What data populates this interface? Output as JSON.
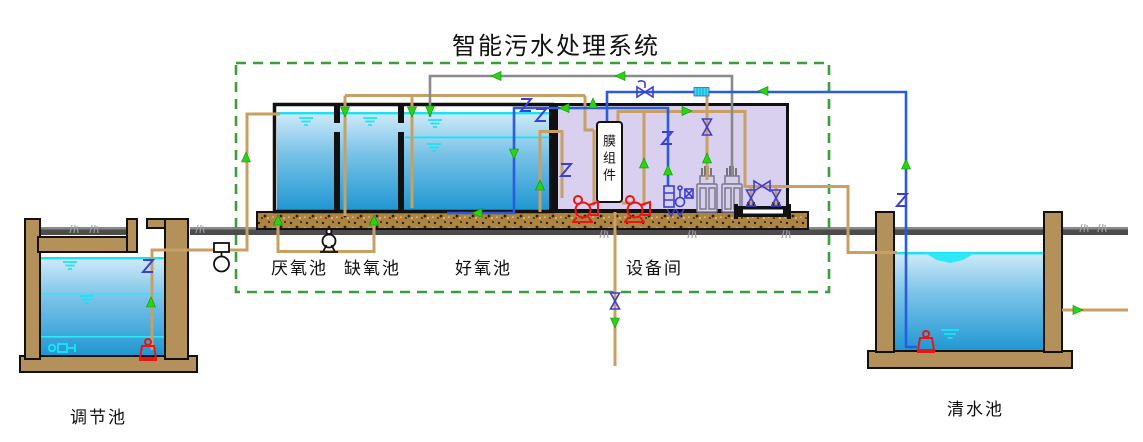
{
  "labels": {
    "title": "智能污水处理系统",
    "regulation_tank": "调节池",
    "anaerobic_tank": "厌氧池",
    "anoxic_tank": "缺氧池",
    "aerobic_tank": "好氧池",
    "equipment_room": "设备间",
    "membrane_module": "膜组件",
    "clean_water_tank": "清水池"
  },
  "colors": {
    "water_pipe": "#c9a063",
    "permeate_pipe": "#2b5be0",
    "air_pipe": "#8a8a8a",
    "flow_arrow": "#2ad40e",
    "boundary_dash": "#3a9e3a",
    "equipment_room_fill": "#d8d0ee",
    "tank_wall": "#b4905a",
    "pump_red": "#e81515",
    "instrument_blue": "#3d3dd2",
    "water_surface_cyan": "#17e3f4",
    "water_top": "#cfeaf8",
    "water_bottom": "#1e96d2",
    "ground": "#4c4c4c"
  },
  "icons": [
    "submersible-pump-icon",
    "centrifugal-pump-icon",
    "transfer-pump-icon",
    "dosing-unit-icon",
    "blower-icon",
    "uv-sterilizer-icon",
    "flow-meter-icon",
    "electromagnetic-flowmeter-icon",
    "shutoff-valve-icon",
    "butterfly-valve-icon",
    "level-sensor-icon",
    "flow-arrow-icon",
    "water-wave-icon",
    "grass-icon"
  ]
}
